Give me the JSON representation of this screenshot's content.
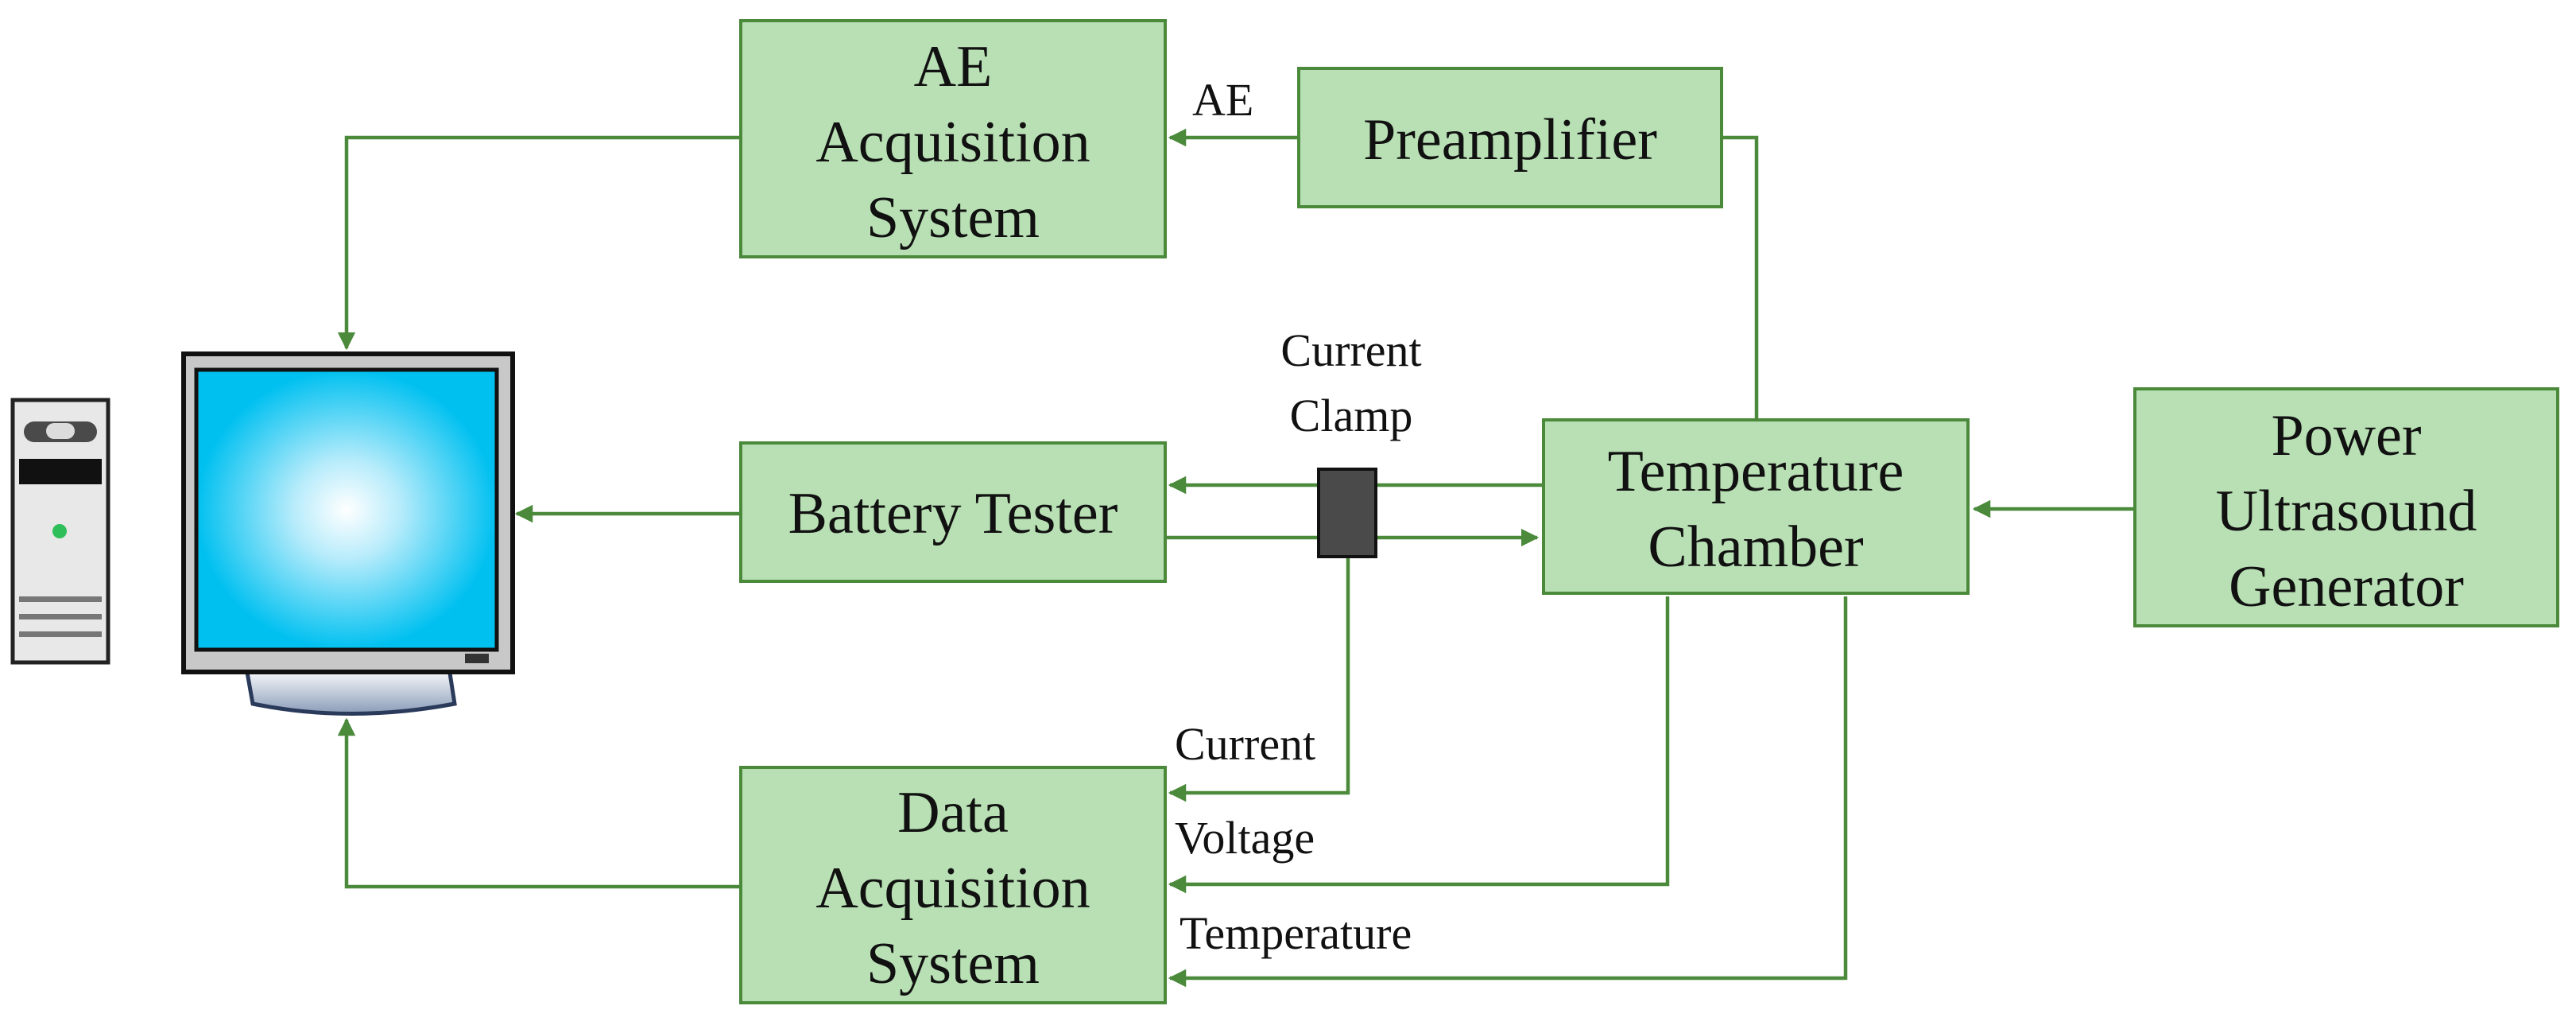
{
  "diagram": {
    "boxes": {
      "ae_acquisition": [
        "AE",
        "Acquisition",
        "System"
      ],
      "preamplifier": [
        "Preamplifier"
      ],
      "battery_tester": [
        "Battery Tester"
      ],
      "temperature_chamber": [
        "Temperature",
        "Chamber"
      ],
      "power_ultrasound": [
        "Power",
        "Ultrasound",
        "Generator"
      ],
      "data_acquisition": [
        "Data",
        "Acquisition",
        "System"
      ]
    },
    "labels": {
      "ae": "AE",
      "current_clamp": [
        "Current",
        "Clamp"
      ],
      "current": "Current",
      "voltage": "Voltage",
      "temperature": "Temperature"
    }
  },
  "icons": {
    "pc_tower": "pc-tower-icon",
    "monitor": "monitor-icon"
  },
  "colors": {
    "box_fill": "#b8e0b4",
    "box_stroke": "#4a8a3a",
    "arrow": "#4a8a3a",
    "screen": "#00c0f0"
  }
}
